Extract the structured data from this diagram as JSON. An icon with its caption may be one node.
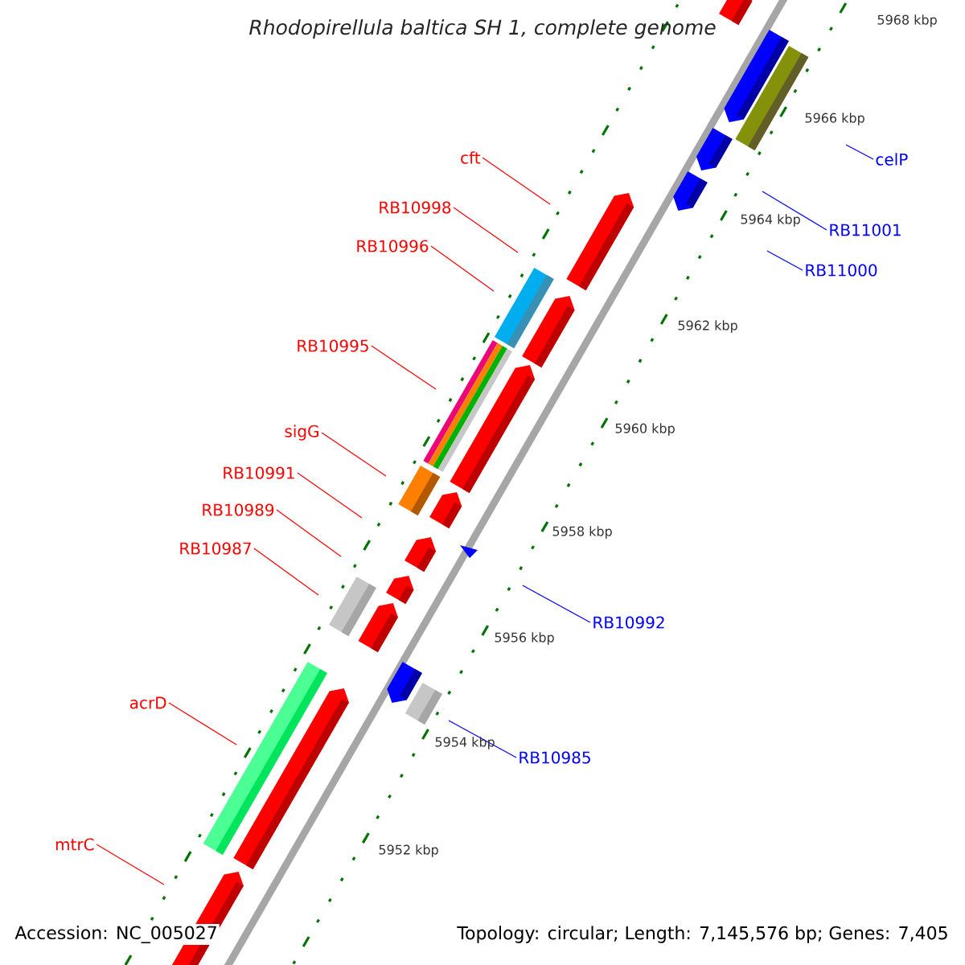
{
  "diagram": {
    "title": "Rhodopirellula baltica SH 1, complete genome",
    "nodes": [
      {
        "text": [
          "cft"
        ]
      },
      {
        "text": [
          "celP"
        ]
      },
      {
        "text": [
          "RB10998"
        ]
      },
      {
        "text": [
          "RB11001"
        ]
      },
      {
        "text": [
          "RB10996"
        ]
      },
      {
        "text": [
          "RB11000"
        ]
      },
      {
        "text": [
          "RB10995"
        ]
      },
      {
        "text": [
          "sigG"
        ]
      },
      {
        "text": [
          "RB10991"
        ]
      },
      {
        "text": [
          "RB10989"
        ]
      },
      {
        "text": [
          "RB10987"
        ]
      },
      {
        "text": [
          "RB10992"
        ]
      },
      {
        "text": [
          "acrD"
        ]
      },
      {
        "text": [
          "RB10985"
        ]
      },
      {
        "text": [
          "mtrC"
        ]
      }
    ],
    "edges": [
      {
        "from": 0,
        "to": null,
        "arrow": "none"
      },
      {
        "from": 1,
        "to": null,
        "arrow": "none",
        "color": "#0000ff"
      },
      {
        "from": 2,
        "to": null,
        "arrow": "none"
      },
      {
        "from": 3,
        "to": null,
        "arrow": "none",
        "color": "#0000ff"
      },
      {
        "from": 4,
        "to": null,
        "arrow": "none"
      },
      {
        "from": 5,
        "to": null,
        "arrow": "none",
        "color": "#0000ff"
      },
      {
        "from": 6,
        "to": null,
        "arrow": "none"
      },
      {
        "from": 7,
        "to": null,
        "arrow": "none"
      },
      {
        "from": 8,
        "to": null,
        "arrow": "none"
      },
      {
        "from": 9,
        "to": null,
        "arrow": "none"
      },
      {
        "from": 10,
        "to": null,
        "arrow": "none"
      },
      {
        "from": 11,
        "to": null,
        "arrow": "none",
        "color": "#0000ff"
      },
      {
        "from": 12,
        "to": null,
        "arrow": "none"
      },
      {
        "from": 13,
        "to": null,
        "arrow": "none",
        "color": "#0000ff"
      },
      {
        "from": 14,
        "to": null,
        "arrow": "none"
      }
    ],
    "labels": [
      "5968 kbp",
      "5966 kbp",
      "5964 kbp",
      "5962 kbp",
      "5960 kbp",
      "5958 kbp",
      "5956 kbp",
      "5954 kbp",
      "5952 kbp",
      "Accession: NC_005027",
      "Topology: circular; Length: 7,145,576 bp; Genes: 7,405"
    ]
  }
}
